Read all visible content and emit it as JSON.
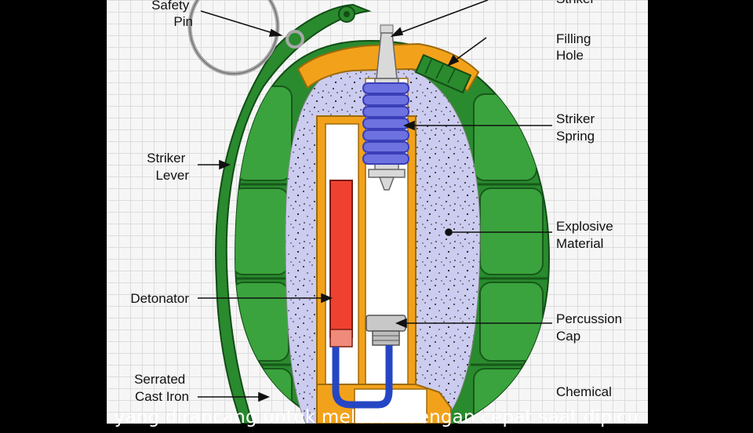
{
  "labels": {
    "safety_pin": [
      "Safety",
      "Pin"
    ],
    "striker": [
      "Striker"
    ],
    "filling_hole": [
      "Filling",
      "Hole"
    ],
    "striker_spring": [
      "Striker",
      "Spring"
    ],
    "striker_lever": [
      "Striker",
      "Lever"
    ],
    "explosive_material": [
      "Explosive",
      "Material"
    ],
    "detonator": [
      "Detonator"
    ],
    "percussion_cap": [
      "Percussion",
      "Cap"
    ],
    "serrated_cast_iron": [
      "Serrated",
      "Cast Iron"
    ],
    "chemical": [
      "Chemical"
    ]
  },
  "caption": "yang dirancang untuk meledak dengan cepat saat dipicu",
  "colors": {
    "body_green": "#2a8a2e",
    "dark_green": "#1e6b22",
    "fuze_orange": "#f2a21a",
    "explosive_fill": "#ccccf0",
    "spring_blue": "#5b5fd6",
    "detonator_red": "#ee4130",
    "chemical_blue": "#2546c4"
  }
}
